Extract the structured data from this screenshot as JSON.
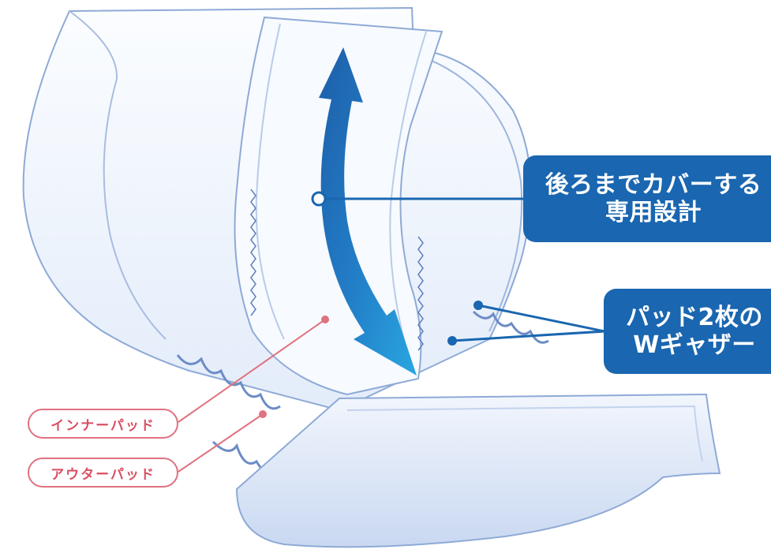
{
  "callouts": {
    "cover_design": [
      "後ろまでカバーする",
      "専用設計"
    ],
    "w_gather": [
      "パッド2枚の",
      "Wギャザー"
    ]
  },
  "labels": {
    "inner_pad": "インナーパッド",
    "outer_pad": "アウターパッド"
  },
  "colors": {
    "callout_blue": "#1a66b0",
    "arrow_dark": "#1e5ea8",
    "arrow_light": "#2aa6e0",
    "label_pink": "#e0727f",
    "label_text": "#d94f63",
    "pad_outline": "#7f9fd0",
    "pad_fill": "#f4f8ff"
  }
}
